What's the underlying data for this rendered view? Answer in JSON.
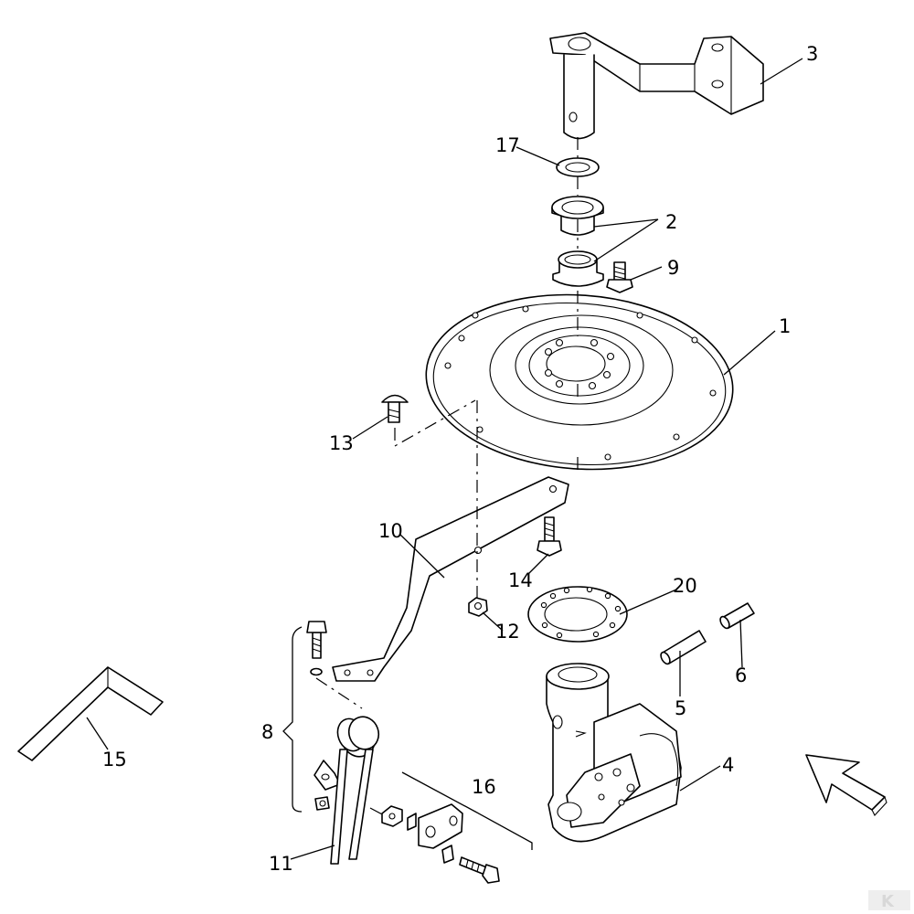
{
  "diagram": {
    "callouts": [
      {
        "id": "1",
        "label": "1"
      },
      {
        "id": "2",
        "label": "2"
      },
      {
        "id": "3",
        "label": "3"
      },
      {
        "id": "4",
        "label": "4"
      },
      {
        "id": "5",
        "label": "5"
      },
      {
        "id": "6",
        "label": "6"
      },
      {
        "id": "8",
        "label": "8"
      },
      {
        "id": "9",
        "label": "9"
      },
      {
        "id": "10",
        "label": "10"
      },
      {
        "id": "11",
        "label": "11"
      },
      {
        "id": "12",
        "label": "12"
      },
      {
        "id": "13",
        "label": "13"
      },
      {
        "id": "14",
        "label": "14"
      },
      {
        "id": "15",
        "label": "15"
      },
      {
        "id": "16",
        "label": "16"
      },
      {
        "id": "17",
        "label": "17"
      },
      {
        "id": "20",
        "label": "20"
      }
    ],
    "logo_text": "K"
  }
}
